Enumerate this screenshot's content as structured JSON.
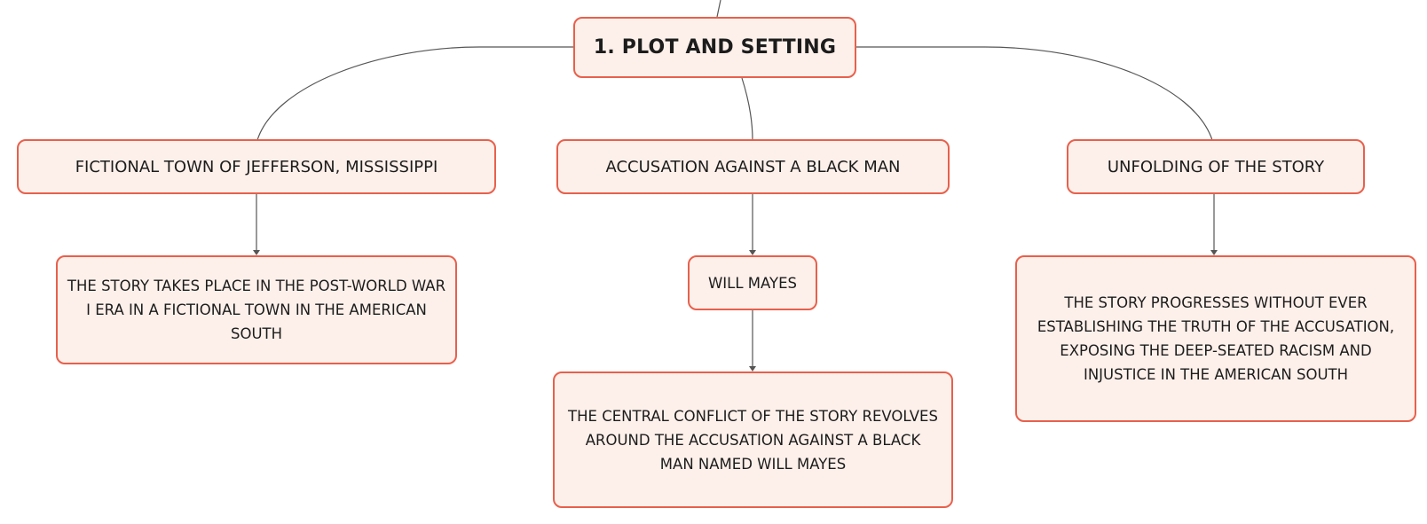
{
  "root": {
    "label": "1. PLOT AND SETTING"
  },
  "branches": [
    {
      "label": "FICTIONAL TOWN OF JEFFERSON, MISSISSIPPI",
      "children": [
        {
          "label": "THE STORY TAKES PLACE IN THE POST-WORLD WAR I ERA IN A FICTIONAL TOWN IN THE AMERICAN SOUTH"
        }
      ]
    },
    {
      "label": "ACCUSATION AGAINST A BLACK MAN",
      "children": [
        {
          "label": "WILL MAYES",
          "children": [
            {
              "label": "THE CENTRAL CONFLICT OF THE STORY REVOLVES AROUND THE ACCUSATION AGAINST A BLACK MAN NAMED WILL MAYES"
            }
          ]
        }
      ]
    },
    {
      "label": "UNFOLDING OF THE STORY",
      "children": [
        {
          "label": "THE STORY PROGRESSES WITHOUT EVER ESTABLISHING THE TRUTH OF THE ACCUSATION, EXPOSING THE DEEP-SEATED RACISM AND INJUSTICE IN THE AMERICAN SOUTH"
        }
      ]
    }
  ],
  "colors": {
    "node_border": "#e8604c",
    "node_fill": "#fdf0ea",
    "connector": "#555555",
    "text": "#1c1c1c"
  }
}
